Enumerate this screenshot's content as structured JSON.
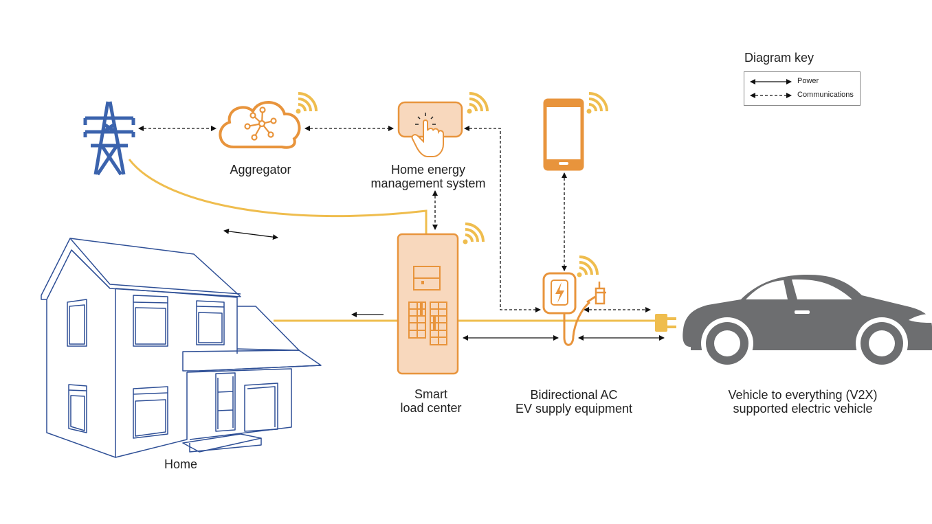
{
  "labels": {
    "aggregator": "Aggregator",
    "hems_line1": "Home energy",
    "hems_line2": "management system",
    "load_line1": "Smart",
    "load_line2": "load center",
    "evse_line1": "Bidirectional AC",
    "evse_line2": "EV supply equipment",
    "vehicle_line1": "Vehicle to everything (V2X)",
    "vehicle_line2": "supported electric vehicle",
    "home": "Home"
  },
  "key": {
    "title": "Diagram key",
    "power": "Power",
    "communications": "Communications"
  },
  "colors": {
    "power_line": "#efbd4e",
    "orange": "#e8943c",
    "orange_fill": "#f8d8bd",
    "grid_blue": "#3b63ad",
    "house_blue": "#2e4f96",
    "vehicle_gray": "#6d6e70",
    "arrow_black": "#111111"
  },
  "icons": {
    "grid": "transmission-tower-icon",
    "aggregator": "cloud-network-icon",
    "hems": "touch-panel-icon",
    "phone": "smartphone-icon",
    "load": "breaker-panel-icon",
    "evse": "ev-charger-icon",
    "vehicle": "car-icon",
    "home": "house-icon",
    "wireless": "wifi-signal-icon"
  }
}
